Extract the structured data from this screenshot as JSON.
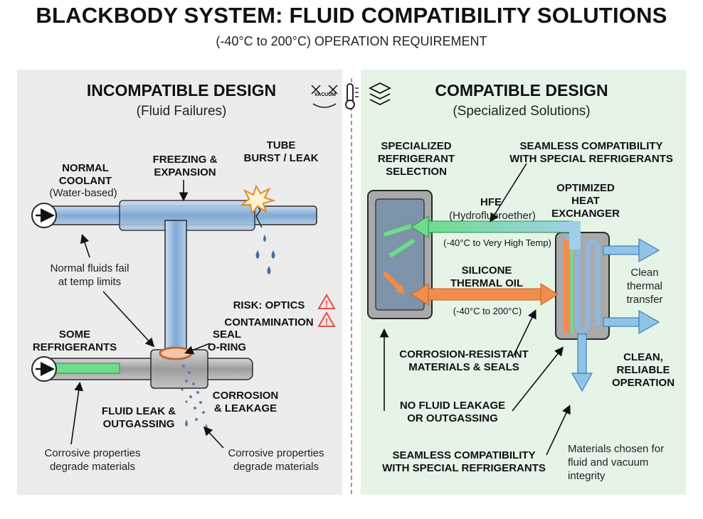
{
  "header": {
    "title": "BLACKBODY SYSTEM: FLUID COMPATIBILITY SOLUTIONS",
    "subtitle": "(-40°C to 200°C) OPERATION REQUIREMENT"
  },
  "left": {
    "heading": "INCOMPATIBLE DESIGN",
    "subheading": "(Fluid Failures)",
    "normal_coolant": "NORMAL COOLANT",
    "water_based": "(Water-based)",
    "freezing_line1": "FREEZING &",
    "freezing_line2": "EXPANSION",
    "tube_line1": "TUBE",
    "tube_line2": "BURST / LEAK",
    "normal_fail_line1": "Normal fluids fail",
    "normal_fail_line2": "at temp limits",
    "risk_line1": "RISK: OPTICS",
    "risk_line2": "CONTAMINATION",
    "some_ref_line1": "SOME",
    "some_ref_line2": "REFRIGERANTS",
    "seal_line1": "SEAL",
    "seal_line2": "O-RING",
    "corrosion_line1": "CORROSION",
    "corrosion_line2": "& LEAKAGE",
    "leak_line1": "FLUID LEAK &",
    "leak_line2": "OUTGASSING",
    "corrosive_a_line1": "Corrosive properties",
    "corrosive_a_line2": "degrade materials",
    "corrosive_b_line1": "Corrosive properties",
    "corrosive_b_line2": "degrade materials"
  },
  "center_icons": {
    "vacuum_label": "VACUUM",
    "icons": [
      "vacuum-icon",
      "thermometer-icon",
      "layers-icon"
    ]
  },
  "right": {
    "heading": "COMPATIBLE DESIGN",
    "subheading": "(Specialized Solutions)",
    "spec_line1": "SPECIALIZED",
    "spec_line2": "REFRIGERANT",
    "spec_line3": "SELECTION",
    "seamless_top_line1": "SEAMLESS COMPATIBILITY",
    "seamless_top_line2": "WITH SPECIAL REFRIGERANTS",
    "hfe": "HFE",
    "hfe_full": "(Hydrofluoroether)",
    "optimized_line1": "OPTIMIZED",
    "optimized_line2": "HEAT",
    "optimized_line3": "EXCHANGER",
    "hfe_range": "(-40°C to Very High Temp)",
    "silicone_line1": "SILICONE",
    "silicone_line2": "THERMAL OIL",
    "silicone_range": "(-40°C to 200°C)",
    "clean_line1": "Clean",
    "clean_line2": "thermal",
    "clean_line3": "transfer",
    "corrosion_res_line1": "CORROSION-RESISTANT",
    "corrosion_res_line2": "MATERIALS & SEALS",
    "clean_rel_line1": "CLEAN,",
    "clean_rel_line2": "RELIABLE",
    "clean_rel_line3": "OPERATION",
    "no_leak_line1": "NO FLUID LEAKAGE",
    "no_leak_line2": "OR OUTGASSING",
    "seamless_bottom_line1": "SEAMLESS COMPATIBILITY",
    "seamless_bottom_line2": "WITH SPECIAL REFRIGERANTS",
    "materials_line1": "Materials chosen for",
    "materials_line2": "fluid and vacuum",
    "materials_line3": "integrity"
  },
  "colors": {
    "coolant_blue": "#8fb8dc",
    "refrigerant_green": "#6fdc8c",
    "oil_orange": "#f28c4a",
    "warning_red": "#d9534f",
    "right_panel": "#e6f4e8",
    "left_panel": "#ececec"
  }
}
